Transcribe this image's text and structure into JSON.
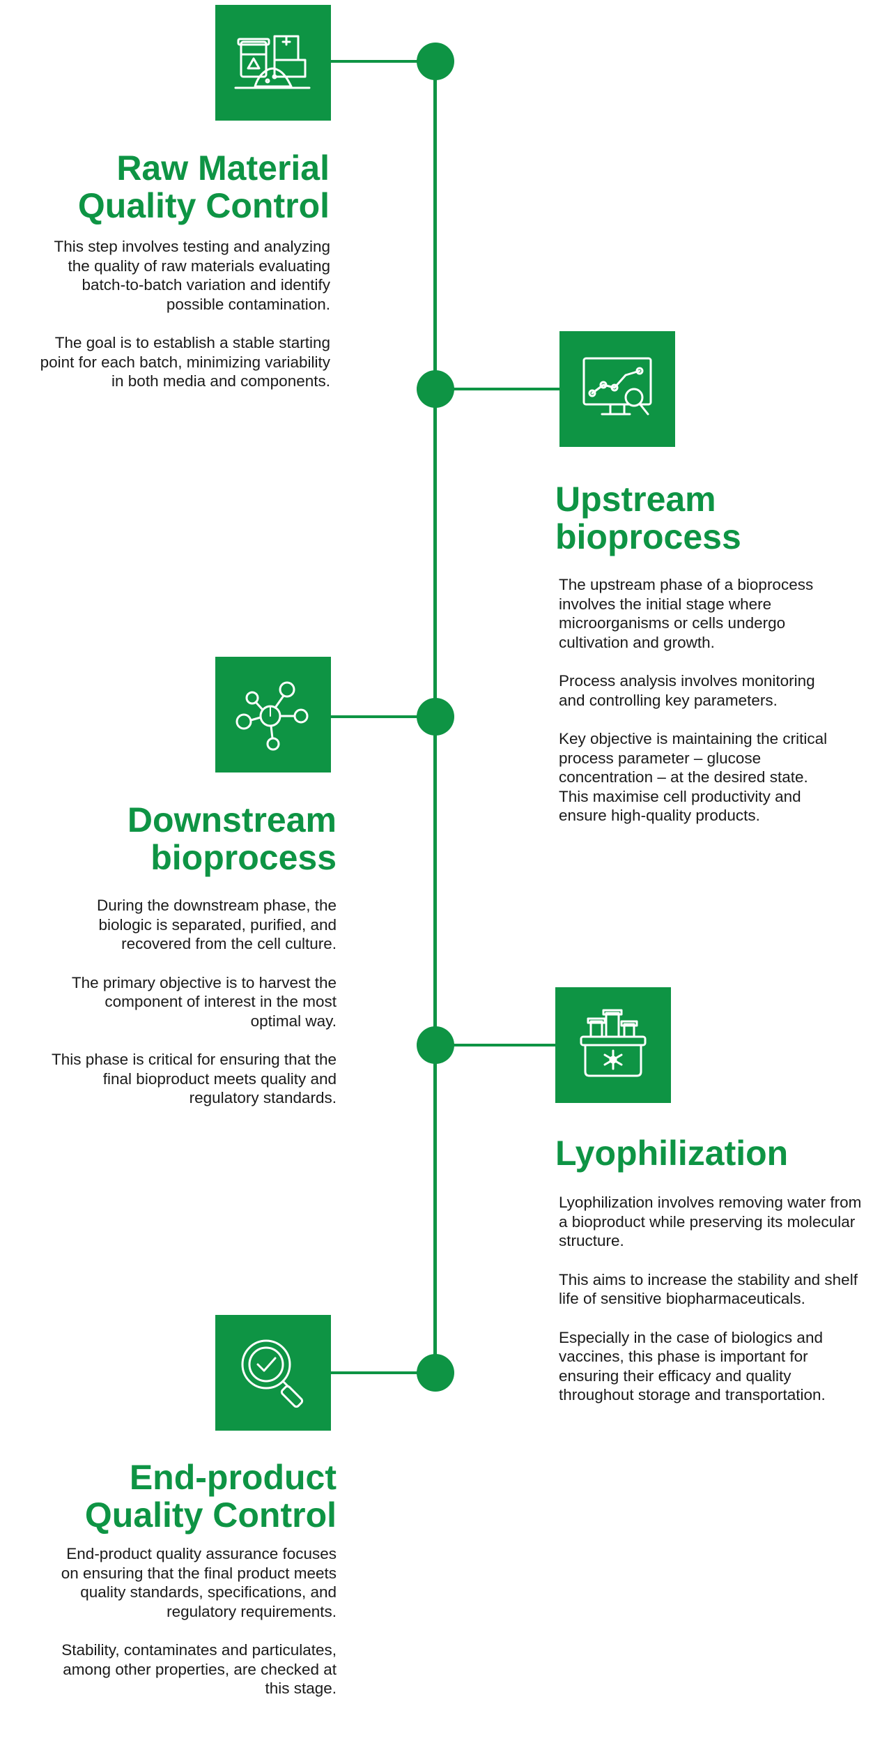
{
  "colors": {
    "accent": "#0e9444",
    "text": "#1a1a1a",
    "background": "#ffffff"
  },
  "steps": [
    {
      "icon": "raw-materials-icon",
      "title_line1": "Raw Material",
      "title_line2": "Quality Control",
      "paragraphs": [
        "This step involves testing and analyzing the quality of raw materials evaluating batch-to-batch variation and identify possible contamination.",
        "The goal is to establish a stable starting point for each batch, minimizing variability in both media and components."
      ]
    },
    {
      "icon": "monitor-analysis-icon",
      "title_line1": "Upstream",
      "title_line2": "bioprocess",
      "paragraphs": [
        "The upstream phase of a bioprocess involves the initial stage where microorganisms or cells undergo cultivation and growth.",
        "Process analysis involves monitoring and controlling key parameters.",
        "Key objective is maintaining the critical process parameter – glucose concentration – at the desired state. This maximise cell productivity and ensure high-quality products."
      ]
    },
    {
      "icon": "molecule-network-icon",
      "title_line1": "Downstream",
      "title_line2": "bioprocess",
      "paragraphs": [
        "During the downstream phase, the biologic is separated, purified, and recovered from the cell culture.",
        "The primary objective is to harvest the component of interest in the most optimal way.",
        "This phase is critical for ensuring that the final bioproduct meets quality and regulatory standards."
      ]
    },
    {
      "icon": "freeze-vials-icon",
      "title_line1": "Lyophilization",
      "title_line2": "",
      "paragraphs": [
        "Lyophilization involves removing water from a bioproduct while preserving its molecular structure.",
        "This aims to increase the stability and shelf life of sensitive biopharmaceuticals.",
        "Especially in the case of biologics and vaccines, this phase is important for ensuring their efficacy and quality throughout storage and transportation."
      ]
    },
    {
      "icon": "magnifier-check-icon",
      "title_line1": "End-product",
      "title_line2": "Quality Control",
      "paragraphs": [
        "End-product quality assurance focuses on ensuring that the final product meets quality standards, specifications, and regulatory requirements.",
        "Stability, contaminates and particulates, among other properties, are checked at this stage."
      ]
    }
  ]
}
